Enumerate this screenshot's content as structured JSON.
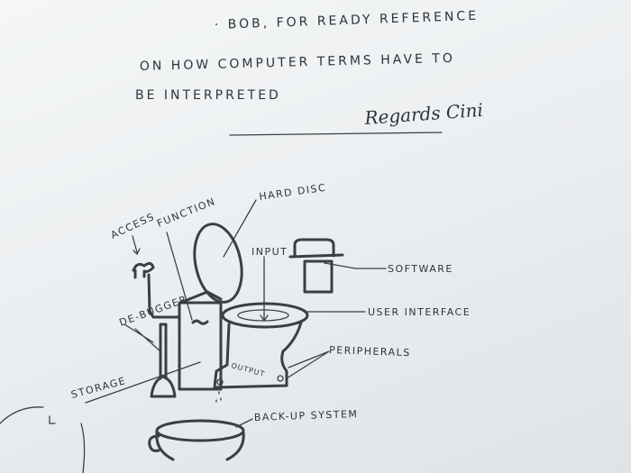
{
  "note": {
    "line1": "· BOB, FOR READY REFERENCE",
    "line2": "ON HOW COMPUTER TERMS HAVE TO",
    "line3": "BE INTERPRETED",
    "signature": "Regards Cini"
  },
  "labels": {
    "hard_disc": "HARD DISC",
    "access": "ACCESS",
    "function": "FUNCTION",
    "input": "INPUT",
    "software": "SOFTWARE",
    "debugger": "DE-BUGGER",
    "user_interface": "USER INTERFACE",
    "peripherals": "PERIPHERALS",
    "output": "OUTPUT",
    "storage": "STORAGE",
    "backup_system": "BACK-UP SYSTEM"
  },
  "colors": {
    "paper": "#eceff1",
    "ink": "#3a3f43"
  }
}
